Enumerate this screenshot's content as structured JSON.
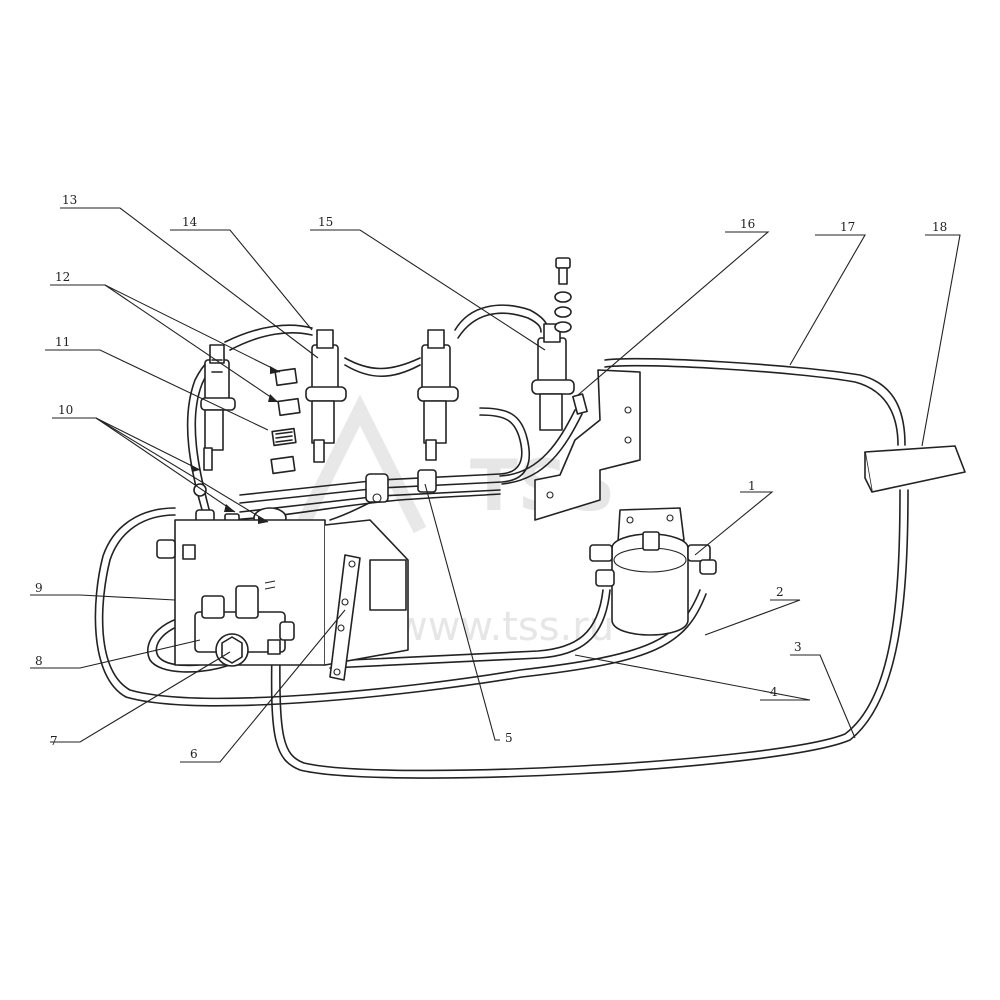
{
  "watermark": {
    "url_text": "www.tss.ru"
  },
  "callouts": [
    {
      "id": "c1",
      "text": "1"
    },
    {
      "id": "c2",
      "text": "2"
    },
    {
      "id": "c3",
      "text": "3"
    },
    {
      "id": "c4",
      "text": "4"
    },
    {
      "id": "c5",
      "text": "5"
    },
    {
      "id": "c6",
      "text": "6"
    },
    {
      "id": "c7",
      "text": "7"
    },
    {
      "id": "c8",
      "text": "8"
    },
    {
      "id": "c9",
      "text": "9"
    },
    {
      "id": "c10",
      "text": "10"
    },
    {
      "id": "c11",
      "text": "11"
    },
    {
      "id": "c12",
      "text": "12"
    },
    {
      "id": "c13",
      "text": "13"
    },
    {
      "id": "c14",
      "text": "14"
    },
    {
      "id": "c15",
      "text": "15"
    },
    {
      "id": "c16",
      "text": "16"
    },
    {
      "id": "c17",
      "text": "17"
    },
    {
      "id": "c18",
      "text": "18"
    }
  ]
}
